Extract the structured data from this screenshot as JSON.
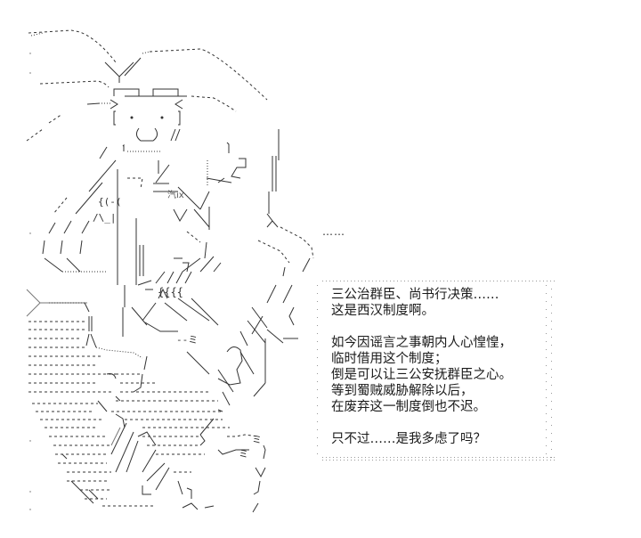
{
  "dialogue": {
    "lines": [
      "三公治群臣、尚书行决策……",
      "这是西汉制度啊。",
      "",
      "如今因谣言之事朝内人心惶惶，",
      "临时借用这个制度；",
      "倒是可以让三公安抚群臣之心。",
      "等到蜀贼威胁解除以后，",
      "在废弃这一制度倒也不迟。",
      "",
      "只不过……是我多虑了吗？"
    ]
  },
  "side_ellipsis": "……",
  "art": {
    "description": "ascii-art-character-seated-with-fan-hat",
    "stroke_color": "#333333",
    "background": "#ffffff"
  }
}
